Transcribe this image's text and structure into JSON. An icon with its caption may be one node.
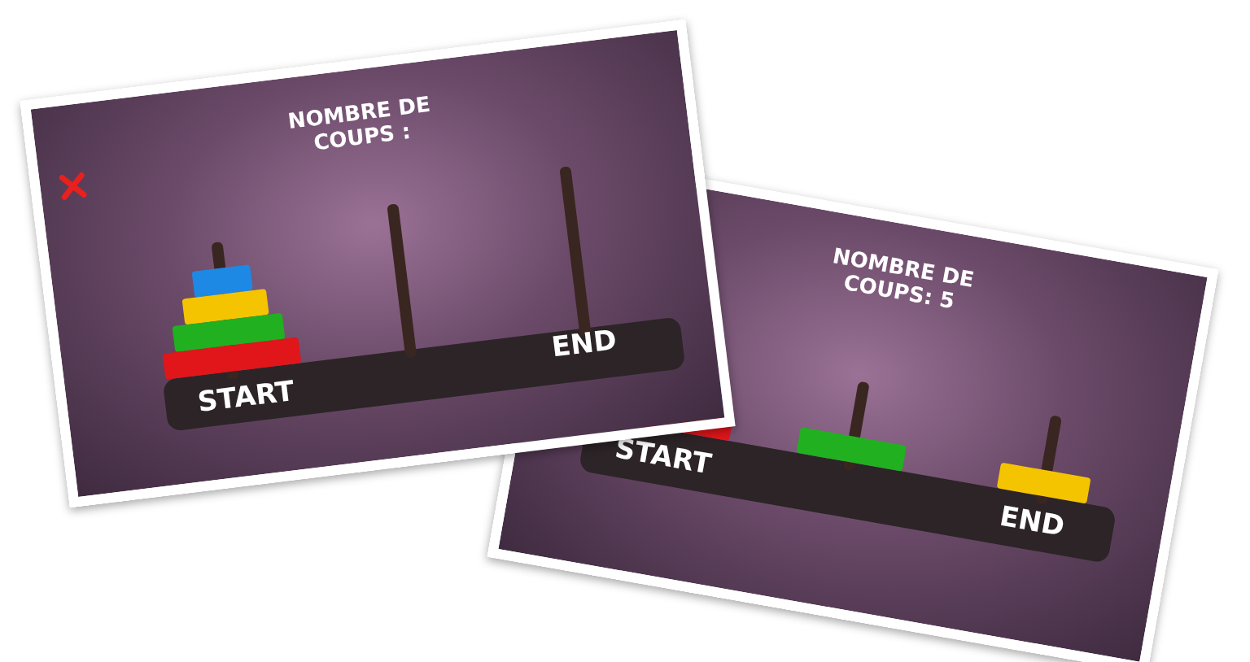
{
  "diagram": {
    "labels": [
      "NOMBRE DE COUPS :",
      "START",
      "END",
      "NOMBRE DE COUPS: 5",
      "START",
      "END"
    ]
  }
}
